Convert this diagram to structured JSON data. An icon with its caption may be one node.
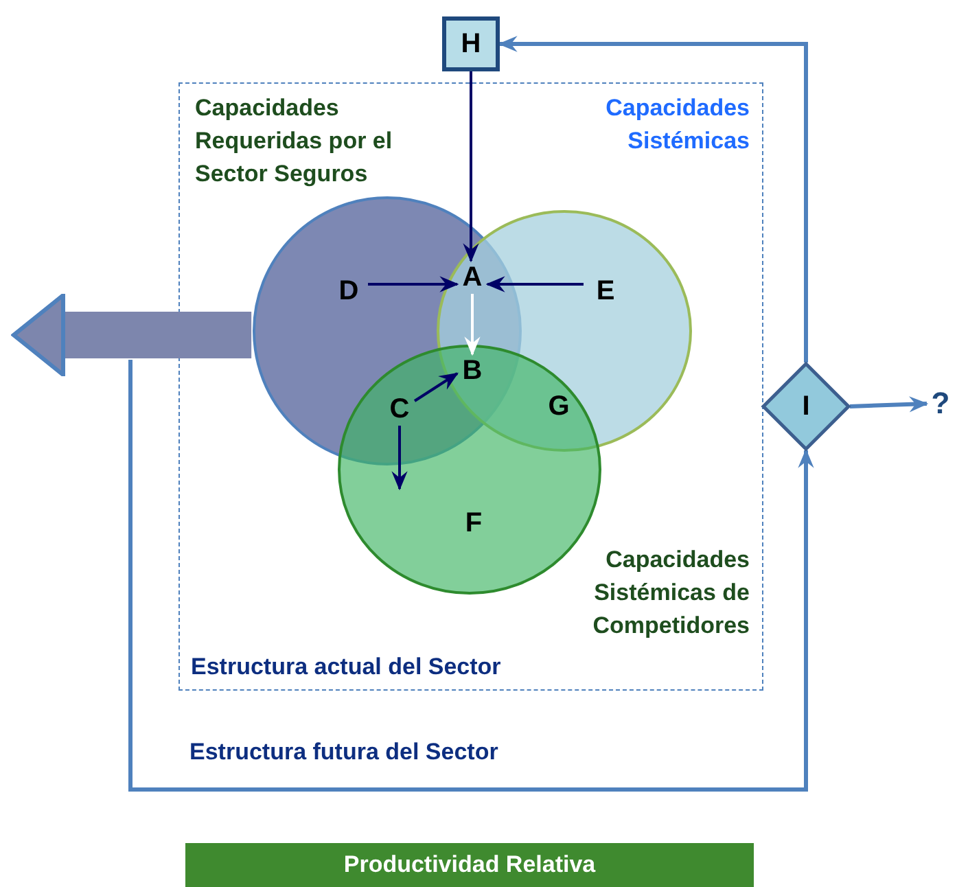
{
  "diagram": {
    "nodes": [
      {
        "text": [
          "Estructura actual del Sector"
        ]
      },
      {
        "text": [],
        "shape": "circle",
        "in": 0
      },
      {
        "text": [],
        "shape": "circle",
        "in": 0
      },
      {
        "text": [],
        "shape": "circle",
        "in": 0
      },
      {
        "text": [
          "D"
        ],
        "in": 1
      },
      {
        "text": [
          "E"
        ],
        "in": 2
      },
      {
        "text": [
          "F"
        ],
        "in": 3
      },
      {
        "text": [
          "A"
        ]
      },
      {
        "text": [
          "B"
        ]
      },
      {
        "text": [
          "C"
        ]
      },
      {
        "text": [
          "G"
        ]
      },
      {
        "text": [
          "H"
        ]
      },
      {
        "text": [
          "I"
        ]
      },
      {
        "text": [
          "?"
        ]
      },
      {
        "text": [
          "Productividad Relativa"
        ]
      }
    ],
    "edges": [
      {
        "from": 11,
        "to": 7,
        "arrow": "to"
      },
      {
        "from": 4,
        "to": 7,
        "arrow": "to"
      },
      {
        "from": 5,
        "to": 7,
        "arrow": "to"
      },
      {
        "from": 7,
        "to": 8,
        "arrow": "to",
        "color": "#ffffff"
      },
      {
        "from": 9,
        "to": 8,
        "arrow": "to"
      },
      {
        "from": 9,
        "to": 3,
        "arrow": "to"
      },
      {
        "from": 1,
        "to": null,
        "arrow": "to",
        "style": "thick",
        "color": "#7d86ad"
      },
      {
        "from": null,
        "to": 12,
        "arrow": "to",
        "color": "#4f81bd"
      },
      {
        "from": 12,
        "to": 11,
        "arrow": "to",
        "color": "#4f81bd"
      },
      {
        "from": 12,
        "to": 13,
        "arrow": "to",
        "color": "#4f81bd"
      }
    ],
    "labels": [
      "Capacidades Requeridas por el Sector Seguros",
      "Capacidades Sistémicas",
      "Capacidades Sistémicas de Competidores",
      "Estructura futura del Sector"
    ]
  }
}
